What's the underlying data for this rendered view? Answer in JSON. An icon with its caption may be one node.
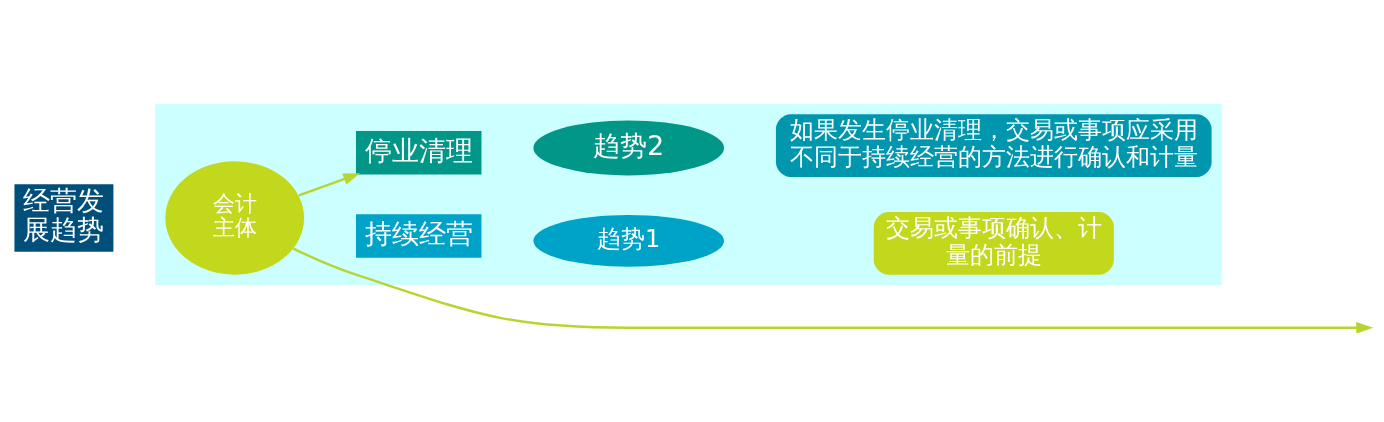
{
  "diagram": {
    "nodes": [
      {
        "text": [
          "经营发展趋势"
        ]
      },
      {
        "text": [],
        "shape": "box"
      },
      {
        "text": [
          "会计主体"
        ],
        "in": 1
      },
      {
        "text": [
          "持续经营"
        ],
        "in": 1
      },
      {
        "text": [
          "趋势1"
        ],
        "in": 1
      },
      {
        "text": [
          "交易或事项确认、计量的前提"
        ],
        "in": 1
      },
      {
        "text": [
          "停业清理"
        ],
        "in": 1
      },
      {
        "text": [
          "趋势2"
        ],
        "in": 1
      },
      {
        "text": [
          "如果发生停业清理，交易或事项应采用不同于持续经营的方法进行确认和计量"
        ],
        "in": 1
      }
    ],
    "edges": [
      {
        "from": 2,
        "to": null,
        "arrow": "to"
      },
      {
        "from": 2,
        "to": 6,
        "arrow": "to"
      }
    ]
  }
}
